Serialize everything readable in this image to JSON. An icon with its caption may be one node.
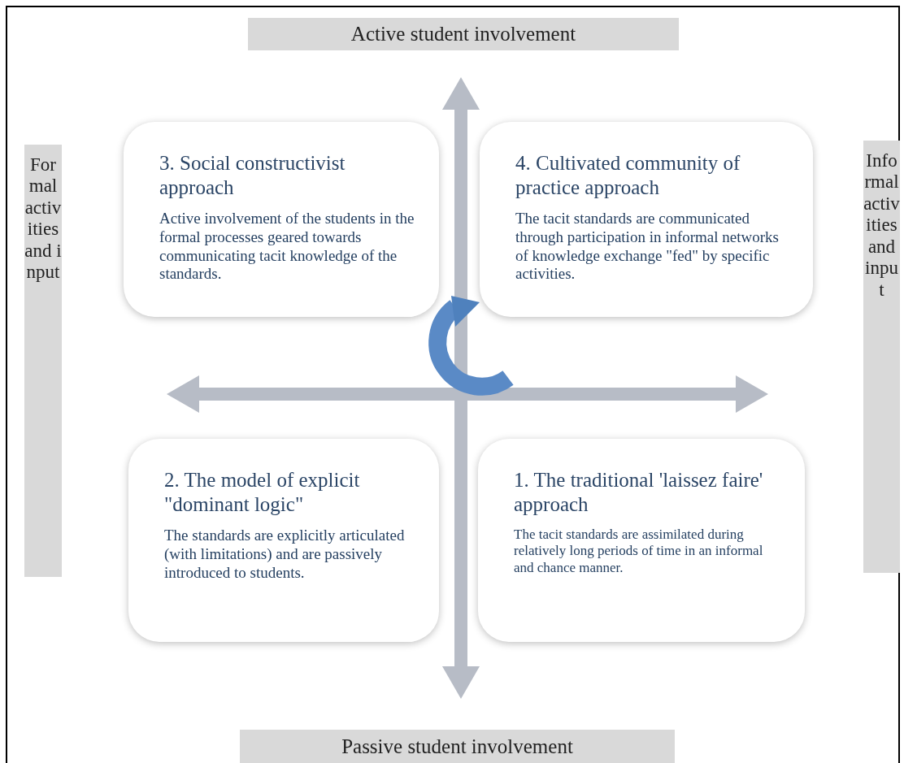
{
  "diagram": {
    "nodes": [
      {
        "text": [
          "Active student involvement"
        ]
      },
      {
        "text": [
          "Formal activities and input"
        ]
      },
      {
        "text": [
          "3. Social constructivist approach",
          "Active involvement of the students in the formal processes geared towards communicating tacit knowledge of the standards."
        ]
      },
      {
        "text": [
          "4. Cultivated community of practice approach",
          "The tacit standards are communicated through participation in informal networks of knowledge exchange \"fed\" by specific activities."
        ]
      },
      {
        "text": [
          "Informal activities and input"
        ]
      },
      {
        "text": [
          "2. The model of explicit \"dominant logic\"",
          "The standards are explicitly articulated (with limitations) and are passively introduced to students."
        ]
      },
      {
        "text": [
          "1. The traditional 'laissez faire' approach",
          "The tacit standards are assimilated during relatively long periods of time in an informal and chance manner."
        ]
      },
      {
        "text": [
          "Passive student involvement"
        ]
      }
    ]
  }
}
